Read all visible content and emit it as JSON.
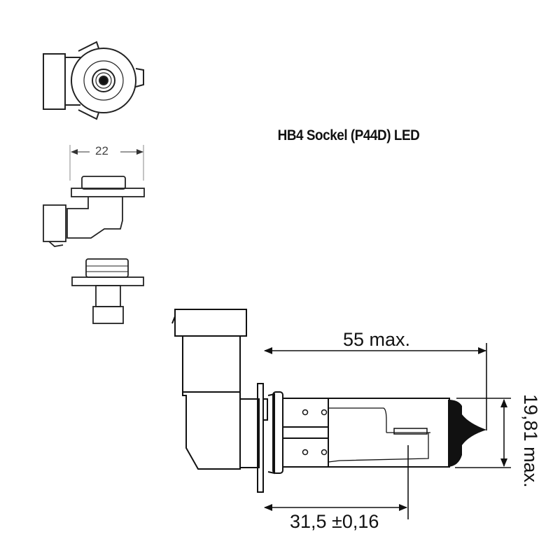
{
  "title": "HB4 Sockel (P44D) LED",
  "dimensions": {
    "width_small": "22",
    "length": "55 max.",
    "diameter": "19,81 max.",
    "light_center": "31,5 ±0,16"
  },
  "colors": {
    "line": "#111111",
    "thin_line": "#555555",
    "background": "#ffffff"
  }
}
